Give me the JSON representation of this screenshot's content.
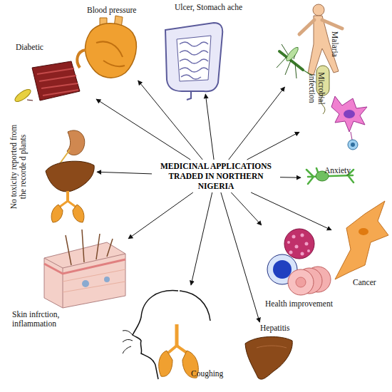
{
  "diagram": {
    "nodes": [
      {
        "text": [
          "MEDICINAL APPLICATIONS TRADED IN NORTHERN NIGERIA"
        ]
      },
      {
        "text": [
          "Diabetic"
        ]
      },
      {
        "text": [
          "Blood pressure"
        ]
      },
      {
        "text": [
          "Ulcer, Stomach ache"
        ]
      },
      {
        "text": [
          "Malaria"
        ]
      },
      {
        "text": [
          "Microbial infection"
        ]
      },
      {
        "text": [
          "Anxiety"
        ]
      },
      {
        "text": [
          "Cancer"
        ]
      },
      {
        "text": [
          "Health improvement"
        ]
      },
      {
        "text": [
          "Hepatitis"
        ]
      },
      {
        "text": [
          "Coughing"
        ]
      },
      {
        "text": [
          "Skin infrction, inflammation"
        ]
      },
      {
        "text": [
          "No toxicity reported from the recorde d plants"
        ]
      }
    ],
    "edges": [
      {
        "from": 0,
        "to": 1,
        "arrow": "to"
      },
      {
        "from": 0,
        "to": 2,
        "arrow": "to"
      },
      {
        "from": 0,
        "to": 3,
        "arrow": "to"
      },
      {
        "from": 0,
        "to": 4,
        "arrow": "to"
      },
      {
        "from": 0,
        "to": 5,
        "arrow": "to"
      },
      {
        "from": 0,
        "to": 6,
        "arrow": "to"
      },
      {
        "from": 0,
        "to": 7,
        "arrow": "to"
      },
      {
        "from": 0,
        "to": 8,
        "arrow": "to"
      },
      {
        "from": 0,
        "to": 9,
        "arrow": "to"
      },
      {
        "from": 0,
        "to": 10,
        "arrow": "to"
      },
      {
        "from": 0,
        "to": 11,
        "arrow": "to"
      },
      {
        "from": 0,
        "to": 12,
        "arrow": "to"
      }
    ]
  }
}
